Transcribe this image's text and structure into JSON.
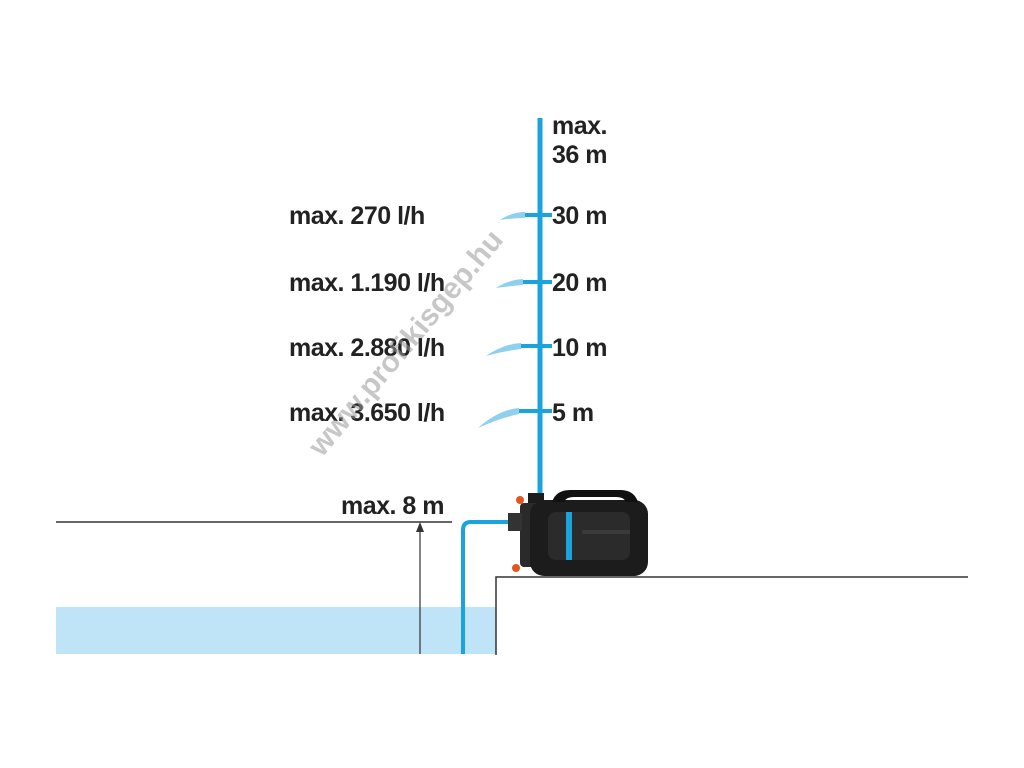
{
  "colors": {
    "pipe": "#1aa3dc",
    "water": "#bfe3f7",
    "ground_line": "#333333",
    "text": "#222222",
    "pump_body": "#1c1c1c",
    "pump_accent": "#e2571e"
  },
  "heights": {
    "top_line1": "max.",
    "top_line2": "36 m",
    "h30": "30 m",
    "h20": "20 m",
    "h10": "10 m",
    "h5": "5 m"
  },
  "flows": {
    "f30": "max. 270 l/h",
    "f20": "max. 1.190 l/h",
    "f10": "max. 2.880 l/h",
    "f5": "max. 3.650 l/h"
  },
  "suction": {
    "label": "max. 8 m"
  },
  "watermark": "www.profikisgep.hu"
}
